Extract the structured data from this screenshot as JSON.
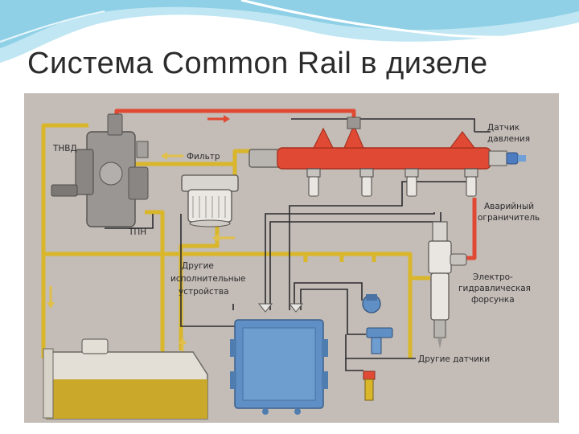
{
  "slide": {
    "title": "Система Common Rail в дизеле"
  },
  "diagram": {
    "labels": {
      "pump": "ТНВД",
      "filter": "Фильтр",
      "tpn": "ТПН",
      "pressure_sensor_1": "Датчик",
      "pressure_sensor_2": "давления",
      "limiter_1": "Аварийный",
      "limiter_2": "ограничитель",
      "injector_1": "Электро-",
      "injector_2": "гидравлическая",
      "injector_3": "форсунка",
      "other_actuators_1": "Другие",
      "other_actuators_2": "исполнительные",
      "other_actuators_3": "устройства",
      "other_sensors": "Другие датчики"
    },
    "colors": {
      "high_pressure": "#e04a35",
      "low_pressure": "#d9b62a",
      "wire": "#2b2b30",
      "ecu": "#5f8fc4",
      "fuel": "#c9a82a",
      "paper": "#c4bcb6"
    }
  }
}
